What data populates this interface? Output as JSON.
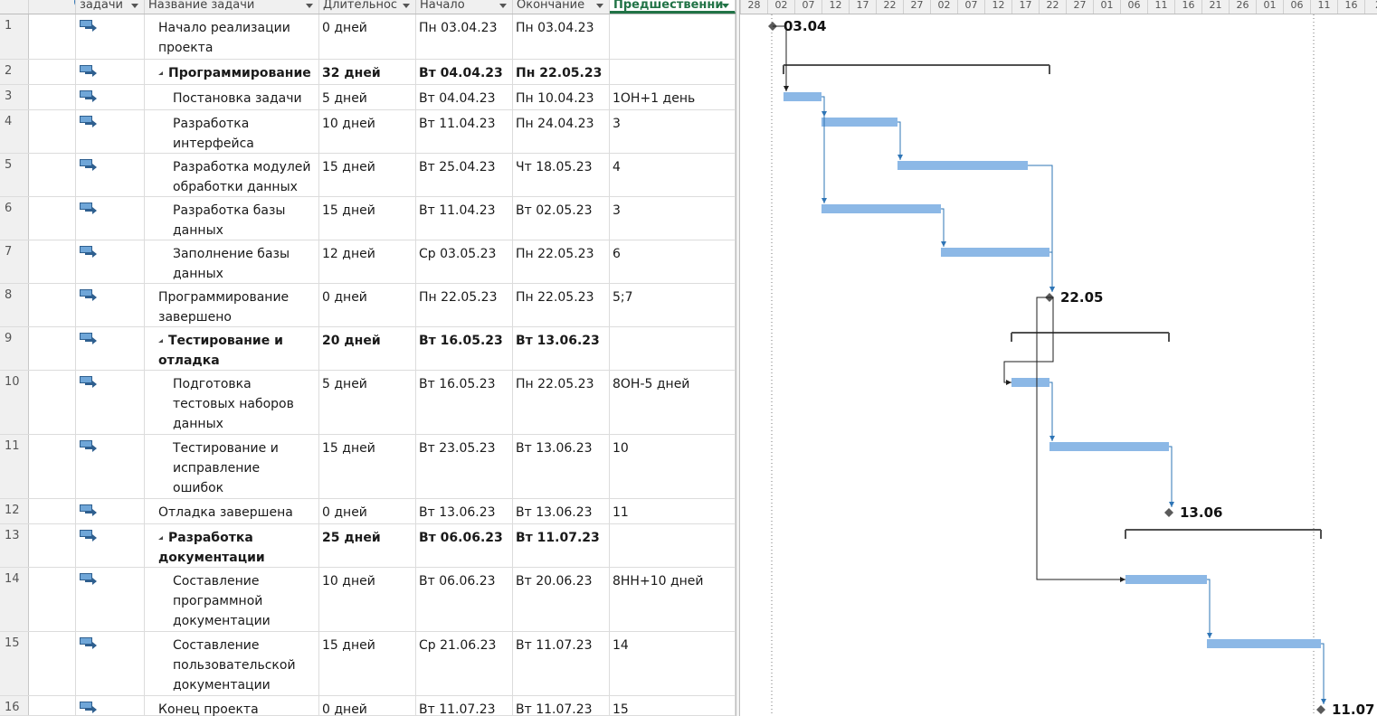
{
  "columns": {
    "mode": "задачи",
    "name": "Название задачи",
    "duration": "Длительнос",
    "start": "Начало",
    "finish": "Окончание",
    "predecessors": "Предшественни"
  },
  "timescale": {
    "labels": [
      "28",
      "02",
      "07",
      "12",
      "17",
      "22",
      "27",
      "02",
      "07",
      "12",
      "17",
      "22",
      "27",
      "01",
      "06",
      "11",
      "16",
      "21",
      "26",
      "01",
      "06",
      "11",
      "16",
      "2"
    ]
  },
  "tasks": [
    {
      "id": "1",
      "name": "Начало реализации проекта",
      "lines": [
        "Начало реализации",
        "проекта"
      ],
      "duration": "0 дней",
      "start": "Пн 03.04.23",
      "finish": "Пн 03.04.23",
      "pred": "",
      "summary": false,
      "level": 0,
      "milestone_label": "03.04"
    },
    {
      "id": "2",
      "name": "Программирование",
      "lines": [
        "Программирование"
      ],
      "duration": "32 дней",
      "start": "Вт 04.04.23",
      "finish": "Пн 22.05.23",
      "pred": "",
      "summary": true,
      "level": 0
    },
    {
      "id": "3",
      "name": "Постановка задачи",
      "lines": [
        "Постановка задачи"
      ],
      "duration": "5 дней",
      "start": "Вт 04.04.23",
      "finish": "Пн 10.04.23",
      "pred": "1ОН+1 день",
      "summary": false,
      "level": 1
    },
    {
      "id": "4",
      "name": "Разработка интерфейса",
      "lines": [
        "Разработка",
        "интерфейса"
      ],
      "duration": "10 дней",
      "start": "Вт 11.04.23",
      "finish": "Пн 24.04.23",
      "pred": "3",
      "summary": false,
      "level": 1
    },
    {
      "id": "5",
      "name": "Разработка модулей обработки данных",
      "lines": [
        "Разработка модулей",
        "обработки данных"
      ],
      "duration": "15 дней",
      "start": "Вт 25.04.23",
      "finish": "Чт 18.05.23",
      "pred": "4",
      "summary": false,
      "level": 1
    },
    {
      "id": "6",
      "name": "Разработка базы данных",
      "lines": [
        "Разработка базы",
        "данных"
      ],
      "duration": "15 дней",
      "start": "Вт 11.04.23",
      "finish": "Вт 02.05.23",
      "pred": "3",
      "summary": false,
      "level": 1
    },
    {
      "id": "7",
      "name": "Заполнение базы данных",
      "lines": [
        "Заполнение базы",
        "данных"
      ],
      "duration": "12 дней",
      "start": "Ср 03.05.23",
      "finish": "Пн 22.05.23",
      "pred": "6",
      "summary": false,
      "level": 1
    },
    {
      "id": "8",
      "name": "Программирование завершено",
      "lines": [
        "Программирование",
        "завершено"
      ],
      "duration": "0 дней",
      "start": "Пн 22.05.23",
      "finish": "Пн 22.05.23",
      "pred": "5;7",
      "summary": false,
      "level": 0,
      "milestone_label": "22.05"
    },
    {
      "id": "9",
      "name": "Тестирование и отладка",
      "lines": [
        "Тестирование и",
        "отладка"
      ],
      "duration": "20 дней",
      "start": "Вт 16.05.23",
      "finish": "Вт 13.06.23",
      "pred": "",
      "summary": true,
      "level": 0
    },
    {
      "id": "10",
      "name": "Подготовка тестовых наборов данных",
      "lines": [
        "Подготовка",
        "тестовых наборов",
        "данных"
      ],
      "duration": "5 дней",
      "start": "Вт 16.05.23",
      "finish": "Пн 22.05.23",
      "pred": "8ОН-5 дней",
      "summary": false,
      "level": 1
    },
    {
      "id": "11",
      "name": "Тестирование и исправление ошибок",
      "lines": [
        "Тестирование и",
        "исправление",
        "ошибок"
      ],
      "duration": "15 дней",
      "start": "Вт 23.05.23",
      "finish": "Вт 13.06.23",
      "pred": "10",
      "summary": false,
      "level": 1
    },
    {
      "id": "12",
      "name": "Отладка завершена",
      "lines": [
        "Отладка завершена"
      ],
      "duration": "0 дней",
      "start": "Вт 13.06.23",
      "finish": "Вт 13.06.23",
      "pred": "11",
      "summary": false,
      "level": 0,
      "milestone_label": "13.06"
    },
    {
      "id": "13",
      "name": "Разработка документации",
      "lines": [
        "Разработка",
        "документации"
      ],
      "duration": "25 дней",
      "start": "Вт 06.06.23",
      "finish": "Вт 11.07.23",
      "pred": "",
      "summary": true,
      "level": 0
    },
    {
      "id": "14",
      "name": "Составление программной документации",
      "lines": [
        "Составление",
        "программной",
        "документации"
      ],
      "duration": "10 дней",
      "start": "Вт 06.06.23",
      "finish": "Вт 20.06.23",
      "pred": "8НН+10 дней",
      "summary": false,
      "level": 1
    },
    {
      "id": "15",
      "name": "Составление пользовательской документации",
      "lines": [
        "Составление",
        "пользовательской",
        "документации"
      ],
      "duration": "15 дней",
      "start": "Ср 21.06.23",
      "finish": "Вт 11.07.23",
      "pred": "14",
      "summary": false,
      "level": 1
    },
    {
      "id": "16",
      "name": "Конец проекта",
      "lines": [
        "Конец проекта"
      ],
      "duration": "0 дней",
      "start": "Вт 11.07.23",
      "finish": "Вт 11.07.23",
      "pred": "15",
      "summary": false,
      "level": 0,
      "milestone_label": "11.07"
    }
  ],
  "colors": {
    "bar": "#8cb8e6",
    "summary_bracket": "#505050",
    "milestone": "#5a5a5a",
    "link": "#2e75b6",
    "link_dark": "#1e1e1e",
    "active_header": "#217346"
  }
}
